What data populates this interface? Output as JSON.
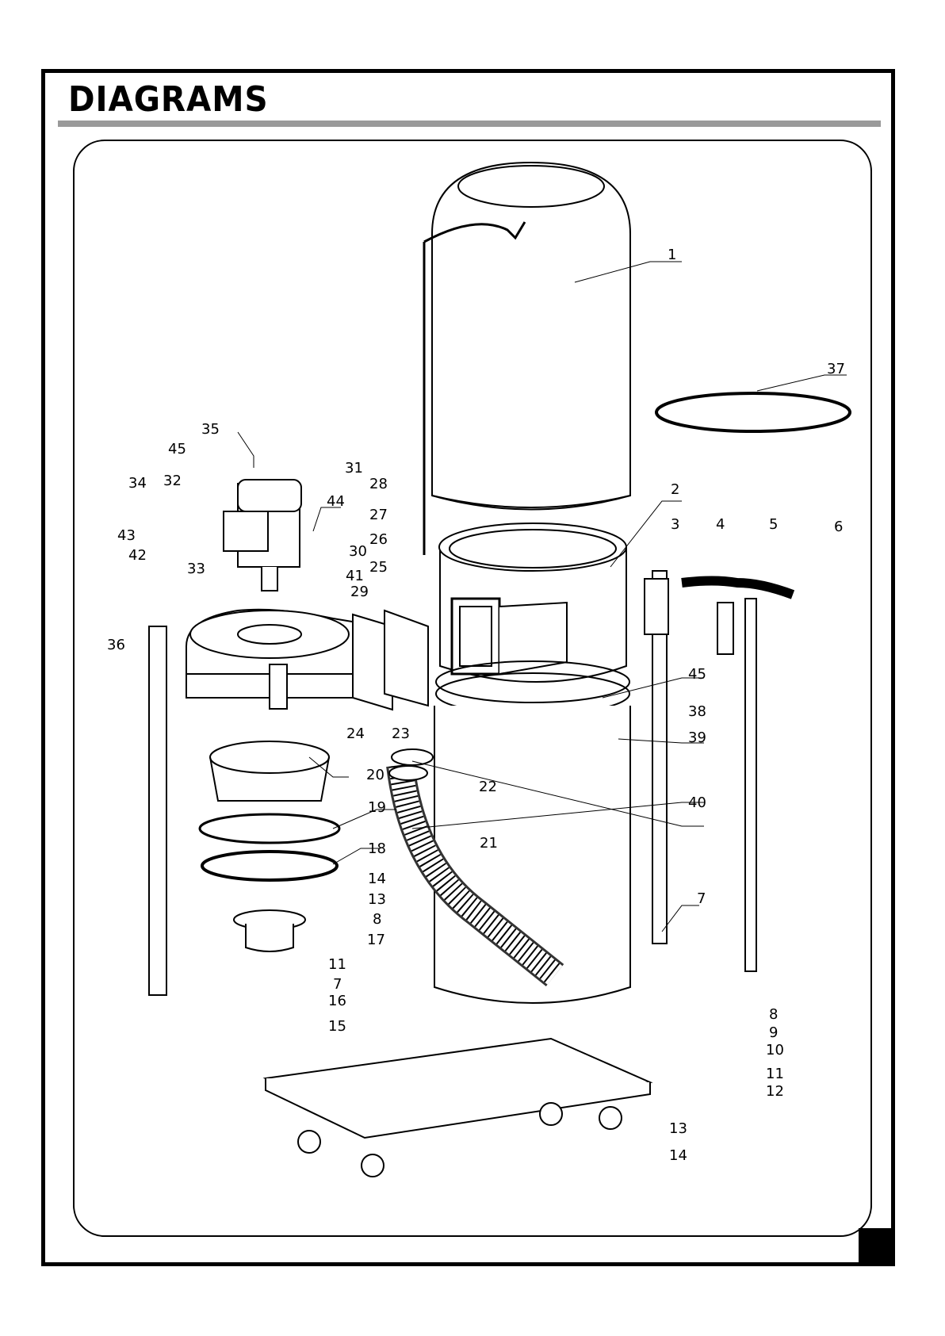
{
  "header": {
    "title": "DIAGRAMS"
  },
  "colors": {
    "frame": "#000000",
    "rule": "#9a9a9a",
    "background": "#ffffff"
  },
  "callouts": {
    "c1": "1",
    "c2": "2",
    "c3": "3",
    "c4": "4",
    "c5": "5",
    "c6": "6",
    "c7a": "7",
    "c7b": "7",
    "c8a": "8",
    "c8b": "8",
    "c9": "9",
    "c10": "10",
    "c11a": "11",
    "c11b": "11",
    "c12": "12",
    "c13a": "13",
    "c13b": "13",
    "c14a": "14",
    "c14b": "14",
    "c15": "15",
    "c16": "16",
    "c17": "17",
    "c18": "18",
    "c19": "19",
    "c20": "20",
    "c21": "21",
    "c22": "22",
    "c23": "23",
    "c24": "24",
    "c25": "25",
    "c26": "26",
    "c27": "27",
    "c28": "28",
    "c29": "29",
    "c30": "30",
    "c31": "31",
    "c32": "32",
    "c33": "33",
    "c34": "34",
    "c35": "35",
    "c36": "36",
    "c37": "37",
    "c38": "38",
    "c39": "39",
    "c40": "40",
    "c41": "41",
    "c42": "42",
    "c43": "43",
    "c44": "44",
    "c45a": "45",
    "c45b": "45"
  }
}
